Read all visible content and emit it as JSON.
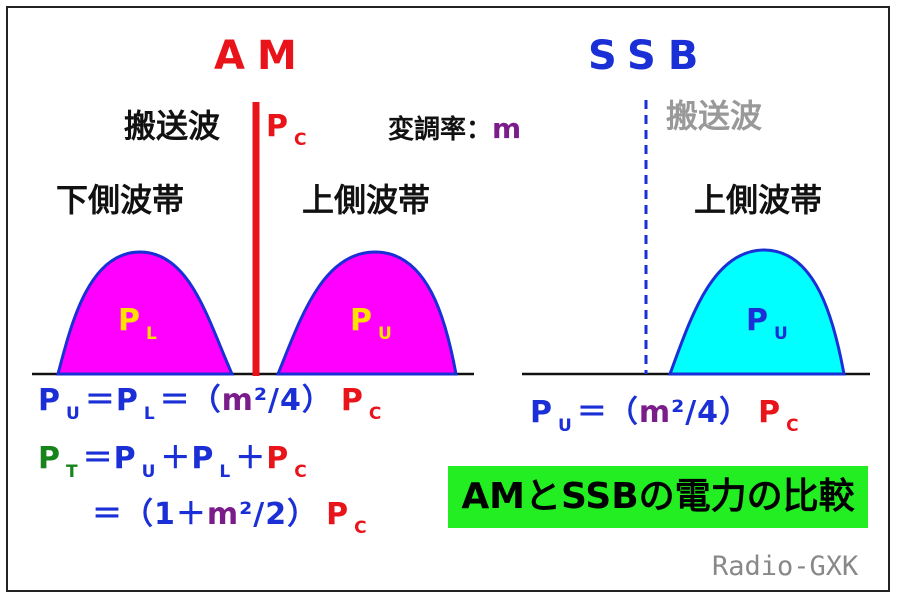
{
  "title_am": "AM",
  "title_ssb": "SSB",
  "am": {
    "carrier_label": "搬送波",
    "carrier_power": {
      "base": "P",
      "sub": "C"
    },
    "modulation_label": "変調率：",
    "modulation_symbol": "m",
    "lower_sideband_label": "下側波帯",
    "upper_sideband_label": "上側波帯",
    "lower_power": {
      "base": "P",
      "sub": "L"
    },
    "upper_power": {
      "base": "P",
      "sub": "U"
    }
  },
  "ssb": {
    "carrier_label": "搬送波",
    "upper_sideband_label": "上側波帯",
    "upper_power": {
      "base": "P",
      "sub": "U"
    }
  },
  "formulas": {
    "am_sideband": {
      "pu": "P",
      "pu_sub": "U",
      "eq1": "＝",
      "pl": "P",
      "pl_sub": "L",
      "eq2": "＝",
      "open": "（",
      "m": "m",
      "rest": "²/4",
      "close": "）",
      "pc": "P",
      "pc_sub": "C"
    },
    "am_total": {
      "pt": "P",
      "pt_sub": "T",
      "eq": "＝",
      "pu": "P",
      "pu_sub": "U",
      "plus1": "＋",
      "pl": "P",
      "pl_sub": "L",
      "plus2": "＋",
      "pc": "P",
      "pc_sub": "C"
    },
    "am_total_2": {
      "eq": "＝",
      "open": "（",
      "one": "1＋",
      "m": "m",
      "rest": "²/2",
      "close": "）",
      "pc": "P",
      "pc_sub": "C"
    },
    "ssb_sideband": {
      "pu": "P",
      "pu_sub": "U",
      "eq": "＝",
      "open": "（",
      "m": "m",
      "rest": "²/4",
      "close": "）",
      "pc": "P",
      "pc_sub": "C"
    }
  },
  "comparison_title": "AMとSSBの電力の比較",
  "credit": "Radio-GXK",
  "colors": {
    "am": "#e8141a",
    "ssb": "#1a2fd6",
    "am_sideband_fill": "#ff00ff",
    "ssb_sideband_fill": "#00ffff",
    "sideband_outline": "#1a2fd6",
    "ssb_carrier_label": "#999999",
    "highlight": "#22ee22"
  }
}
